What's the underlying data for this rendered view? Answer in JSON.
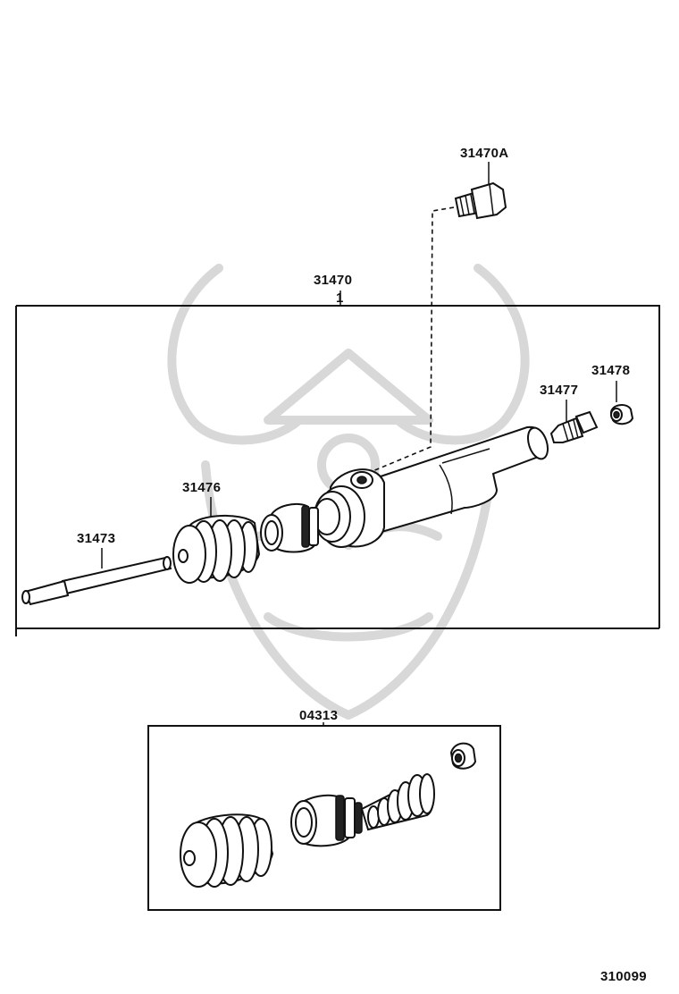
{
  "labels": {
    "bolt": "31470A",
    "assembly": "31470",
    "assembly_qty": "1",
    "plug": "31477",
    "cap": "31478",
    "boot": "31476",
    "push_rod": "31473",
    "repair_kit": "04313",
    "drawing_number": "310099"
  },
  "icons": {
    "watermark": "samurai-helmet-watermark-icon"
  }
}
